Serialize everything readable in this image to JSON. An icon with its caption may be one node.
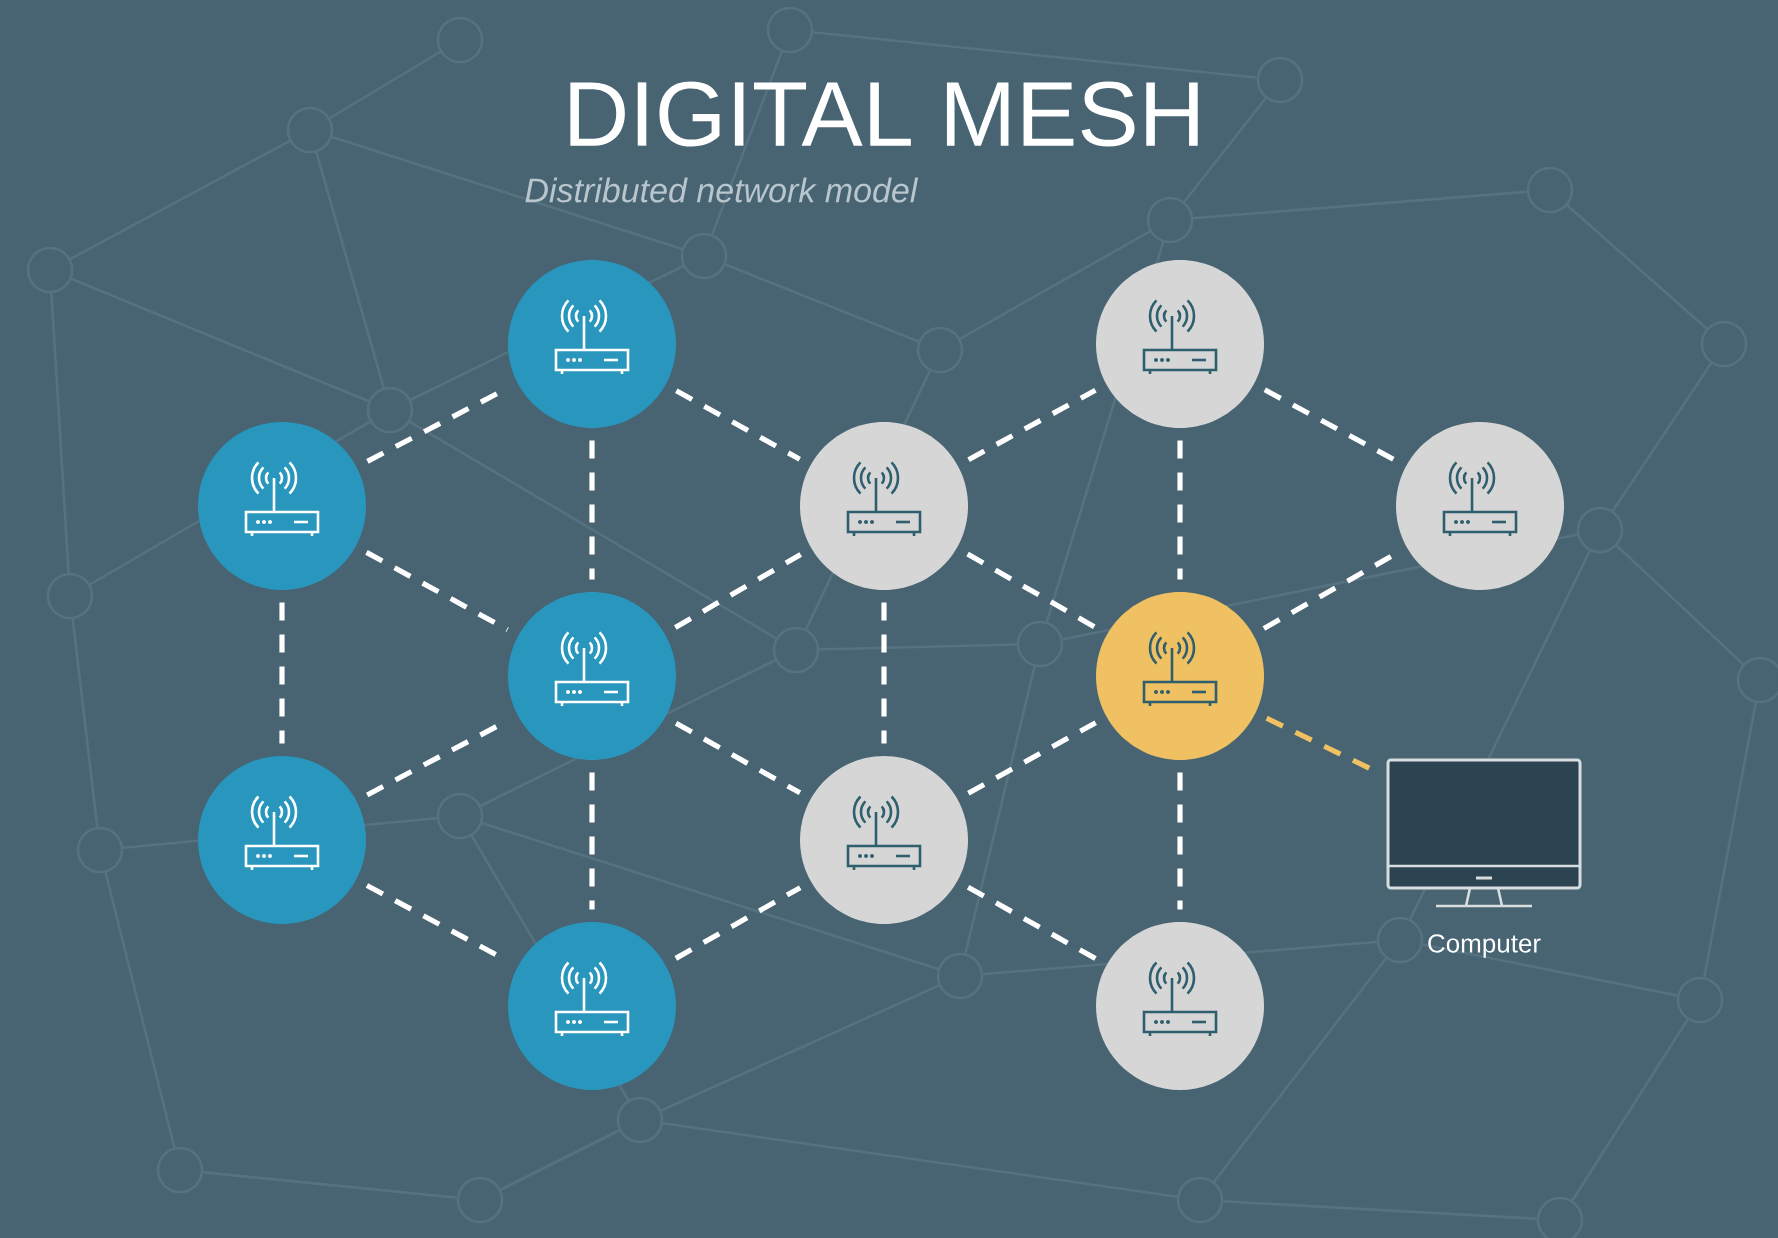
{
  "diagram": {
    "title": "DIGITAL MESH",
    "nodes": [
      {
        "text": [],
        "shape": "circle"
      },
      {
        "text": [],
        "shape": "circle"
      },
      {
        "text": [],
        "shape": "circle"
      },
      {
        "text": [],
        "shape": "circle"
      },
      {
        "text": [],
        "shape": "circle"
      },
      {
        "text": [],
        "shape": "circle"
      },
      {
        "text": [],
        "shape": "circle"
      },
      {
        "text": [],
        "shape": "circle"
      },
      {
        "text": [],
        "shape": "circle"
      },
      {
        "text": [],
        "shape": "circle"
      },
      {
        "text": [],
        "shape": "circle"
      },
      {
        "text": [],
        "shape": "picture",
        "beside": [
          "Computer"
        ]
      }
    ],
    "edges": [
      {
        "from": 0,
        "to": 2,
        "arrow": "none"
      },
      {
        "from": 0,
        "to": 3,
        "arrow": "none"
      },
      {
        "from": 0,
        "to": 1,
        "arrow": "none"
      },
      {
        "from": 2,
        "to": 3,
        "arrow": "none"
      },
      {
        "from": 2,
        "to": 5,
        "arrow": "none"
      },
      {
        "from": 3,
        "to": 5,
        "arrow": "none"
      },
      {
        "from": 1,
        "to": 3,
        "arrow": "none"
      },
      {
        "from": 3,
        "to": 4,
        "arrow": "none"
      },
      {
        "from": 3,
        "to": 6,
        "arrow": "none"
      },
      {
        "from": 1,
        "to": 4,
        "arrow": "none"
      },
      {
        "from": 5,
        "to": 7,
        "arrow": "none"
      },
      {
        "from": 5,
        "to": 6,
        "arrow": "none"
      },
      {
        "from": 5,
        "to": 8,
        "arrow": "none"
      },
      {
        "from": 6,
        "to": 8,
        "arrow": "none"
      },
      {
        "from": 4,
        "to": 6,
        "arrow": "none"
      },
      {
        "from": 6,
        "to": 9,
        "arrow": "none"
      },
      {
        "from": 7,
        "to": 10,
        "arrow": "none"
      },
      {
        "from": 7,
        "to": 8,
        "arrow": "none"
      },
      {
        "from": 8,
        "to": 10,
        "arrow": "none"
      },
      {
        "from": 8,
        "to": 9,
        "arrow": "none"
      },
      {
        "from": 8,
        "to": 11,
        "arrow": "none",
        "color": "#f0c163"
      }
    ],
    "labels": [
      "Distributed network model"
    ]
  }
}
